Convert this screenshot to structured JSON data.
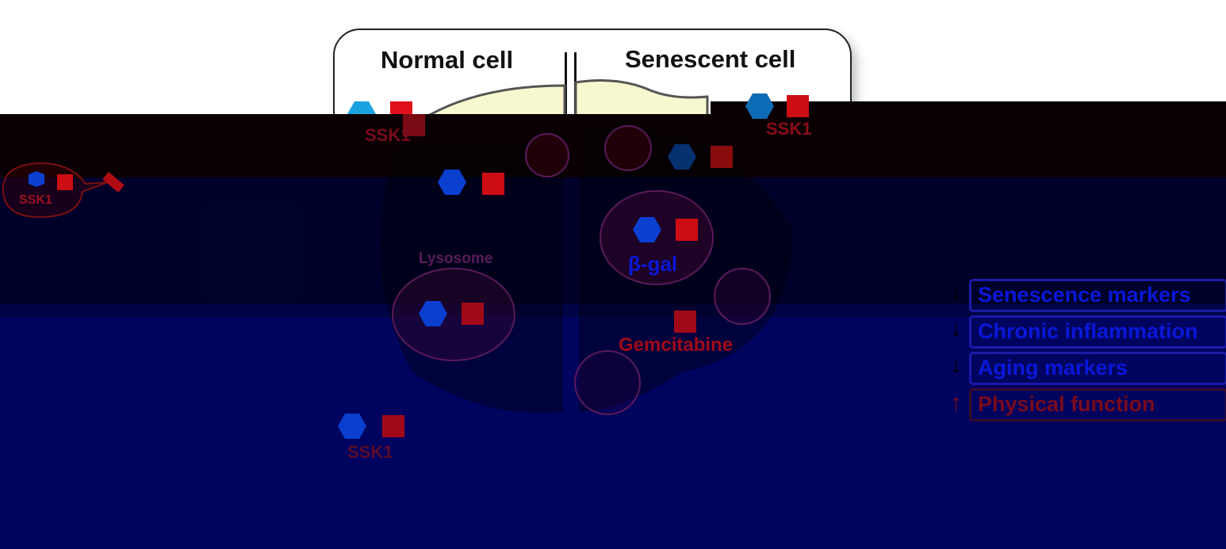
{
  "titles": {
    "normal": "Normal cell",
    "senescent": "Senescent cell"
  },
  "prodrug": "SSK1",
  "organelle": "Lysosome",
  "enzyme": "β-gal",
  "drug": "Gemcitabine",
  "outcomes": [
    {
      "arrow": "↓",
      "text": "Senescence markers",
      "color": "#0a18d8"
    },
    {
      "arrow": "↓",
      "text": "Chronic inflammation",
      "color": "#0a18d8"
    },
    {
      "arrow": "↓",
      "text": "Aging markers",
      "color": "#0a18d8"
    },
    {
      "arrow": "↑",
      "text": "Physical function",
      "color": "#7a0a1c"
    }
  ],
  "colors": {
    "hexagon": "#0a3fcf",
    "square": "#cc0d14",
    "navy": "#00045e",
    "cell_fill": "#f8f8d0"
  }
}
